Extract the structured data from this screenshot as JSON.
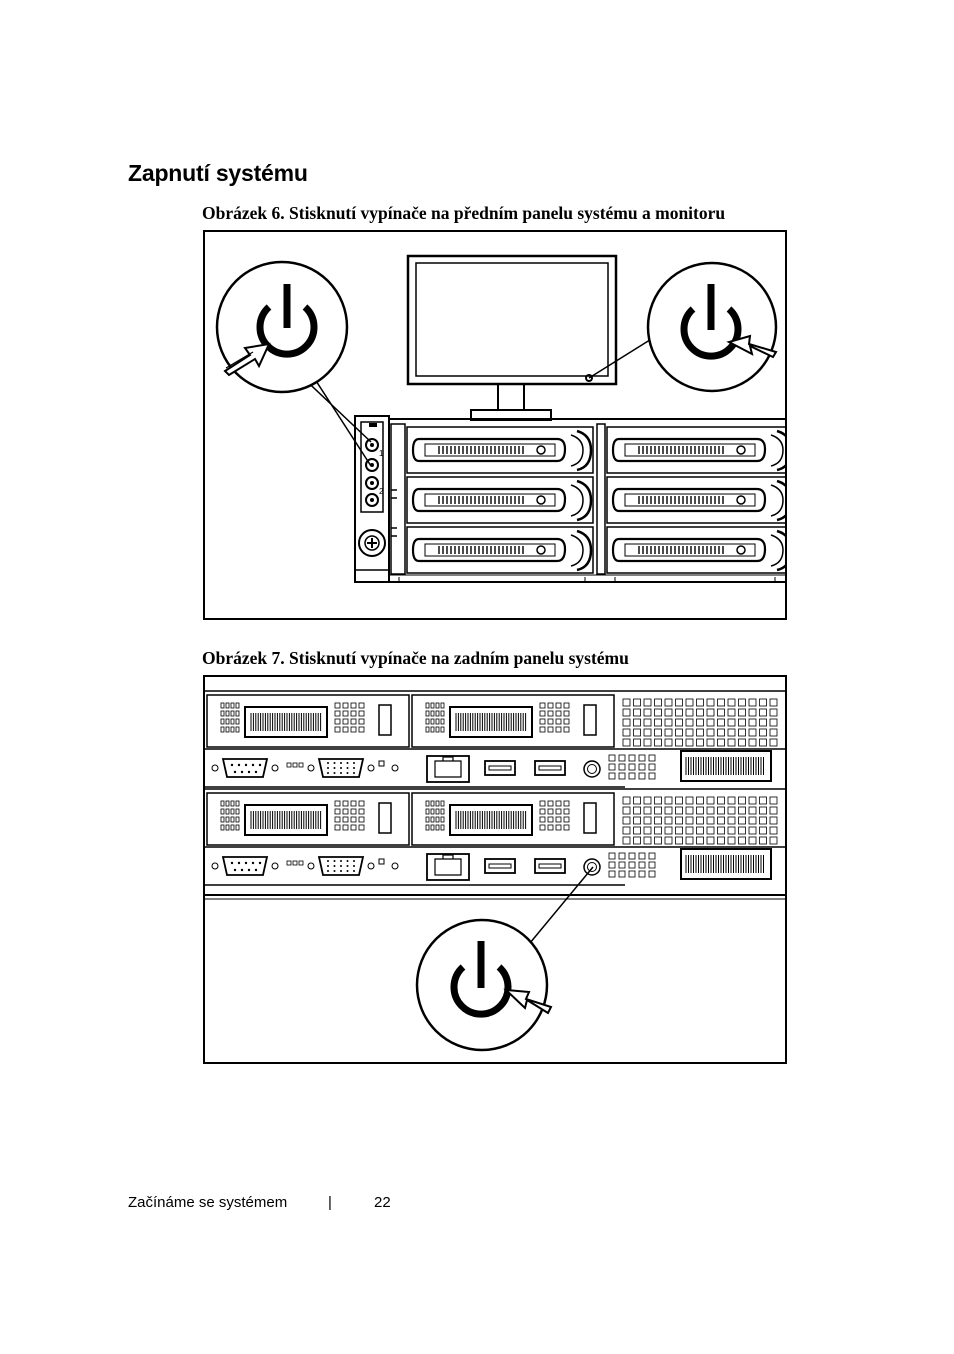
{
  "heading": "Zapnutí systému",
  "figures": [
    {
      "caption": "Obrázek 6. Stisknutí vypínače na předním panelu systému a monitoru"
    },
    {
      "caption": "Obrázek 7. Stisknutí vypínače na zadním panelu systému"
    }
  ],
  "front_panel": {
    "bay1_label": "1",
    "bay2_label": "2"
  },
  "footer": {
    "section": "Začínáme se systémem",
    "separator": "|",
    "page_number": "22"
  }
}
